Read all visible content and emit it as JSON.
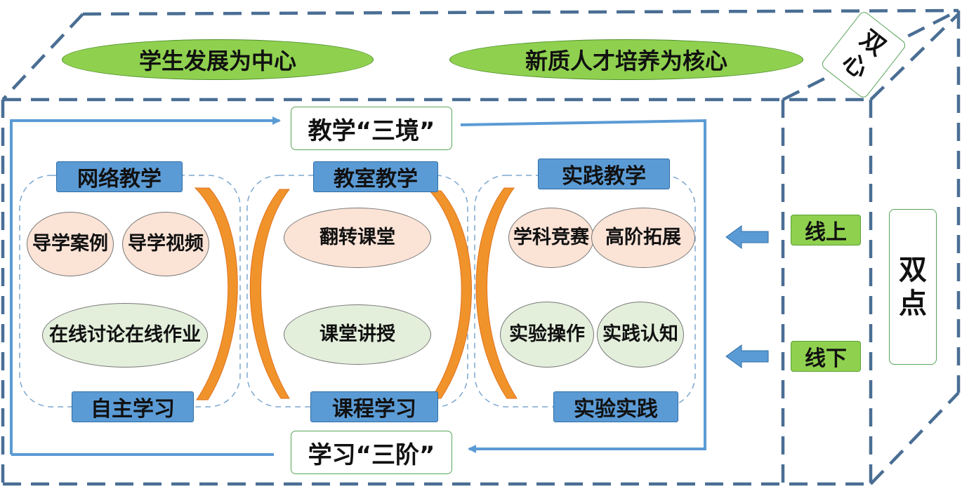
{
  "top": {
    "left_goal": "学生发展为中心",
    "right_goal": "新质人才培养为核心"
  },
  "side": {
    "double_heart": [
      "双",
      "心"
    ],
    "double_point": [
      "双",
      "点"
    ],
    "online": "线上",
    "offline": "线下"
  },
  "flow": {
    "three_scenes": "教学“三境”",
    "three_stages": "学习“三阶”"
  },
  "panels": [
    {
      "title": "网络教学",
      "footer": "自主学习",
      "items": [
        {
          "lines": [
            "导学",
            "案例"
          ]
        },
        {
          "lines": [
            "导学",
            "视频"
          ]
        },
        {
          "lines": [
            "在线讨论",
            "在线作业"
          ]
        }
      ]
    },
    {
      "title": "教室教学",
      "footer": "课程学习",
      "items": [
        {
          "lines": [
            "翻转课堂"
          ]
        },
        {
          "lines": [
            "课堂讲授"
          ]
        }
      ]
    },
    {
      "title": "实践教学",
      "footer": "实验实践",
      "items": [
        {
          "lines": [
            "学科",
            "竞赛"
          ]
        },
        {
          "lines": [
            "高阶",
            "拓展"
          ]
        },
        {
          "lines": [
            "实验",
            "操作"
          ]
        },
        {
          "lines": [
            "实践",
            "认知"
          ]
        }
      ]
    }
  ],
  "colors": {
    "frame": "#4a6e94",
    "flow_line": "#5b9bd5",
    "tag_blue": "#5b9bd5",
    "tag_green": "#8fd14f",
    "oval_pink": "#fbe3d6",
    "oval_mint": "#e3efdb",
    "bracket_orange": "#f0932b"
  }
}
